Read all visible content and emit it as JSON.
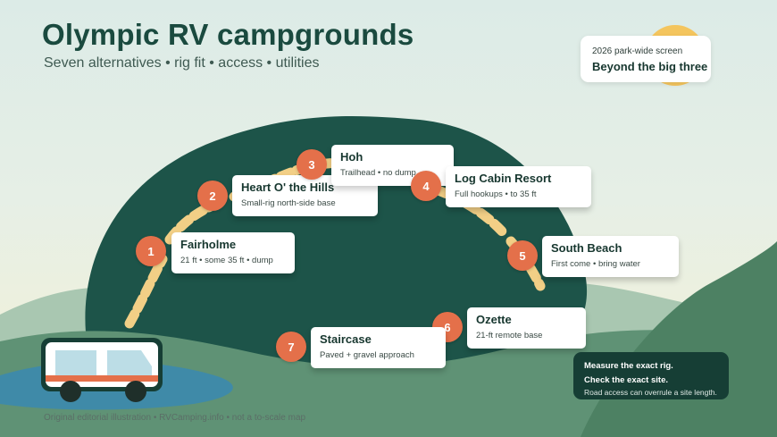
{
  "header": {
    "title": "Olympic RV campgrounds",
    "subtitle": "Seven alternatives • rig fit • access • utilities"
  },
  "badge": {
    "small": "2026 park-wide screen",
    "big": "Beyond the big three"
  },
  "stops": [
    {
      "number": "1",
      "name": "Fairholme",
      "note": "21 ft • some 35 ft • dump"
    },
    {
      "number": "2",
      "name": "Heart O' the Hills",
      "note": "Small-rig north-side base"
    },
    {
      "number": "3",
      "name": "Hoh",
      "note": "Trailhead • no dump"
    },
    {
      "number": "4",
      "name": "Log Cabin Resort",
      "note": "Full hookups • to 35 ft"
    },
    {
      "number": "5",
      "name": "South Beach",
      "note": "First come • bring water"
    },
    {
      "number": "6",
      "name": "Ozette",
      "note": "21-ft remote base"
    },
    {
      "number": "7",
      "name": "Staircase",
      "note": "Paved + gravel approach"
    }
  ],
  "callout": {
    "line1": "Measure the exact rig.",
    "line2": "Check the exact site.",
    "line3": "Road access can overrule a site length."
  },
  "footer": {
    "credit": "Original editorial illustration • RVCamping.info • not a to-scale map"
  },
  "colors": {
    "forest": "#1d5449",
    "pin": "#e4704a",
    "route": "#f2cf86",
    "sun": "#f4c55e",
    "water": "#3f8aa8",
    "hills": "#5f9275",
    "rv_stripe": "#e4704a"
  },
  "icons": {
    "sun": "sun-icon",
    "rv": "rv-icon"
  }
}
